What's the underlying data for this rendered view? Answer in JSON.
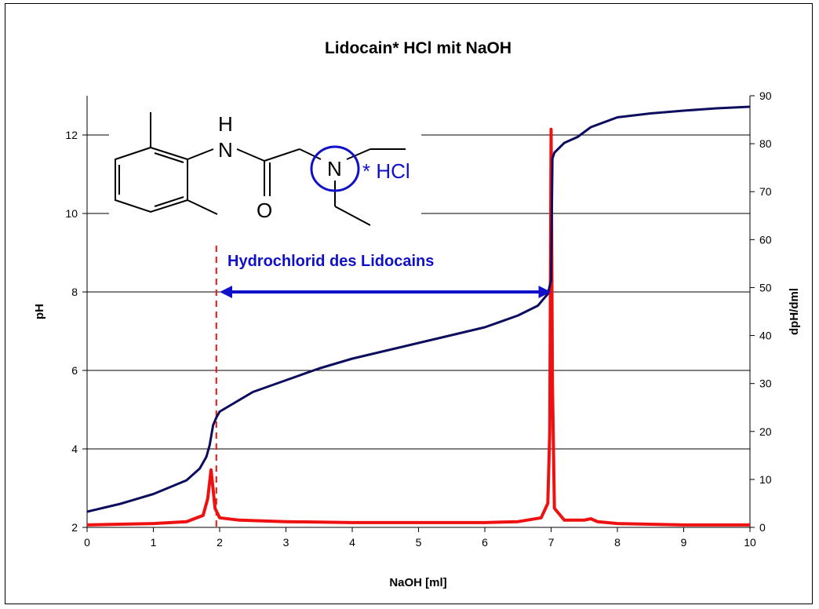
{
  "chart_data": {
    "type": "line",
    "title": "Lidocain* HCl mit NaOH",
    "xlabel": "NaOH [ml]",
    "ylabel": "pH",
    "y2label": "dpH/dml",
    "xlim": [
      0,
      10
    ],
    "ylim": [
      2,
      13
    ],
    "y2lim": [
      0,
      90
    ],
    "x_ticks": [
      "0",
      "1",
      "2",
      "3",
      "4",
      "5",
      "6",
      "7",
      "8",
      "9",
      "10"
    ],
    "y_ticks": [
      "2",
      "4",
      "6",
      "8",
      "10",
      "12"
    ],
    "y2_ticks": [
      "0",
      "10",
      "20",
      "30",
      "40",
      "50",
      "60",
      "70",
      "80",
      "90"
    ],
    "grid": "horizontal major lines on pH axis",
    "series": [
      {
        "name": "",
        "axis": "left",
        "color": "#0d0d5e",
        "points": [
          [
            0,
            2.4
          ],
          [
            0.5,
            2.6
          ],
          [
            1,
            2.85
          ],
          [
            1.5,
            3.2
          ],
          [
            1.7,
            3.5
          ],
          [
            1.8,
            3.8
          ],
          [
            1.85,
            4.1
          ],
          [
            1.9,
            4.6
          ],
          [
            1.95,
            4.8
          ],
          [
            2,
            4.95
          ],
          [
            2.2,
            5.15
          ],
          [
            2.5,
            5.45
          ],
          [
            3,
            5.75
          ],
          [
            3.5,
            6.05
          ],
          [
            4,
            6.3
          ],
          [
            4.5,
            6.5
          ],
          [
            5,
            6.7
          ],
          [
            5.5,
            6.9
          ],
          [
            6,
            7.1
          ],
          [
            6.5,
            7.4
          ],
          [
            6.8,
            7.65
          ],
          [
            6.95,
            7.95
          ],
          [
            7.0,
            8.3
          ],
          [
            7.02,
            11.4
          ],
          [
            7.05,
            11.55
          ],
          [
            7.2,
            11.8
          ],
          [
            7.4,
            11.95
          ],
          [
            7.6,
            12.2
          ],
          [
            8,
            12.45
          ],
          [
            8.5,
            12.55
          ],
          [
            9,
            12.62
          ],
          [
            9.5,
            12.68
          ],
          [
            10,
            12.72
          ]
        ]
      },
      {
        "name": "",
        "axis": "right",
        "color": "#ee1111",
        "points": [
          [
            0,
            0.5
          ],
          [
            1,
            0.8
          ],
          [
            1.5,
            1.2
          ],
          [
            1.75,
            2.5
          ],
          [
            1.82,
            6
          ],
          [
            1.87,
            12
          ],
          [
            1.9,
            8
          ],
          [
            1.93,
            4
          ],
          [
            2,
            2
          ],
          [
            2.3,
            1.5
          ],
          [
            3,
            1.2
          ],
          [
            4,
            1
          ],
          [
            5,
            1
          ],
          [
            6,
            1
          ],
          [
            6.5,
            1.2
          ],
          [
            6.85,
            2
          ],
          [
            6.95,
            5
          ],
          [
            6.98,
            20
          ],
          [
            7.0,
            83
          ],
          [
            7.02,
            30
          ],
          [
            7.05,
            4
          ],
          [
            7.2,
            1.5
          ],
          [
            7.5,
            1.5
          ],
          [
            7.6,
            1.8
          ],
          [
            7.7,
            1.2
          ],
          [
            8,
            0.8
          ],
          [
            9,
            0.5
          ],
          [
            10,
            0.5
          ]
        ]
      }
    ],
    "annotations": [
      {
        "type": "text",
        "text": "Hydrochlorid des Lidocains",
        "color": "#1010c8"
      },
      {
        "type": "double-arrow",
        "from_x": 2,
        "to_x": 7,
        "y": 8,
        "color": "#1010c8"
      },
      {
        "type": "vline-dashed",
        "x": 1.95,
        "color": "#ee1111"
      }
    ],
    "structure_labels": {
      "nh_h": "H",
      "nh_n": "N",
      "o": "O",
      "amine_n": "N",
      "star_hcl": "* HCl"
    }
  }
}
